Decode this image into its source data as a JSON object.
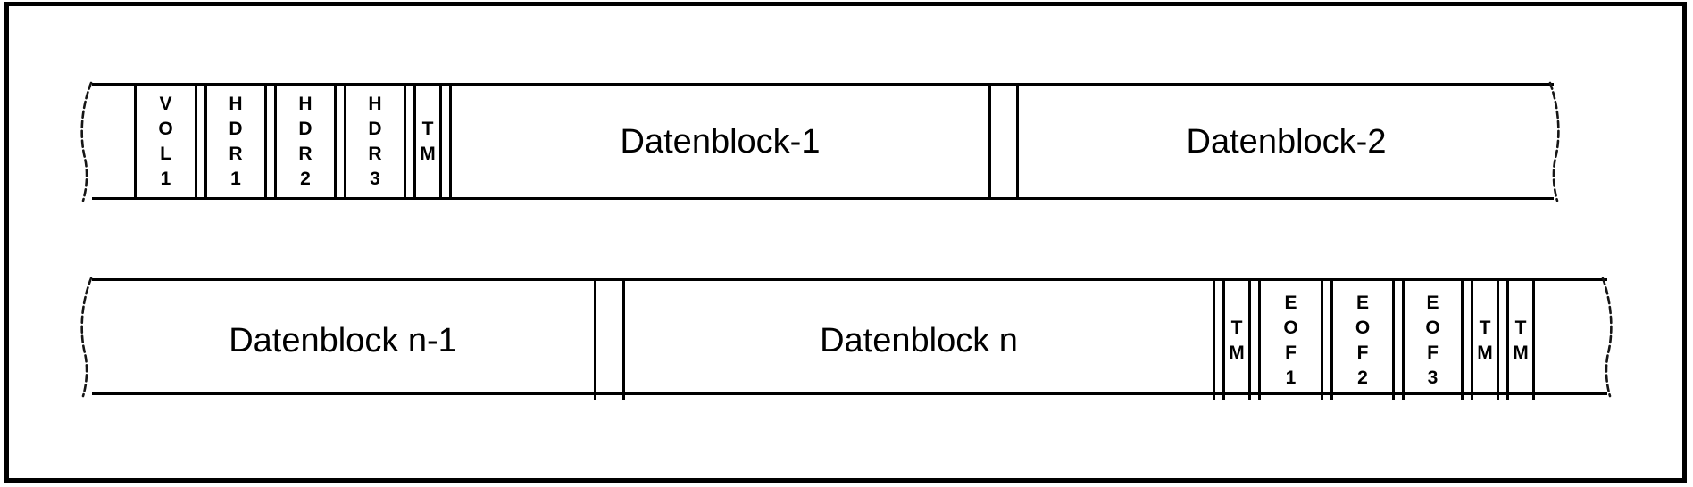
{
  "diagram": {
    "type": "magnetic-tape-layout",
    "background_color": "#ffffff",
    "line_color": "#000000",
    "text_color": "#000000",
    "strips": [
      {
        "name": "tape-begin-segment",
        "cells": [
          {
            "label": "",
            "kind": "tape-leader",
            "orientation": "none"
          },
          {
            "label": "VOL1",
            "kind": "volume-label",
            "orientation": "vertical"
          },
          {
            "label": "HDR1",
            "kind": "header-label",
            "orientation": "vertical"
          },
          {
            "label": "HDR2",
            "kind": "header-label",
            "orientation": "vertical"
          },
          {
            "label": "HDR3",
            "kind": "header-label",
            "orientation": "vertical"
          },
          {
            "label": "TM",
            "kind": "tape-mark",
            "orientation": "vertical"
          },
          {
            "label": "Datenblock-1",
            "kind": "data-block",
            "orientation": "horizontal"
          },
          {
            "label": "Datenblock-2",
            "kind": "data-block",
            "orientation": "horizontal"
          }
        ]
      },
      {
        "name": "tape-end-segment",
        "cells": [
          {
            "label": "Datenblock n-1",
            "kind": "data-block",
            "orientation": "horizontal"
          },
          {
            "label": "Datenblock n",
            "kind": "data-block",
            "orientation": "horizontal"
          },
          {
            "label": "TM",
            "kind": "tape-mark",
            "orientation": "vertical"
          },
          {
            "label": "EOF1",
            "kind": "eof-label",
            "orientation": "vertical"
          },
          {
            "label": "EOF2",
            "kind": "eof-label",
            "orientation": "vertical"
          },
          {
            "label": "EOF3",
            "kind": "eof-label",
            "orientation": "vertical"
          },
          {
            "label": "TM",
            "kind": "tape-mark",
            "orientation": "vertical"
          },
          {
            "label": "TM",
            "kind": "tape-mark",
            "orientation": "vertical"
          },
          {
            "label": "",
            "kind": "tape-trailer",
            "orientation": "none"
          }
        ]
      }
    ]
  }
}
